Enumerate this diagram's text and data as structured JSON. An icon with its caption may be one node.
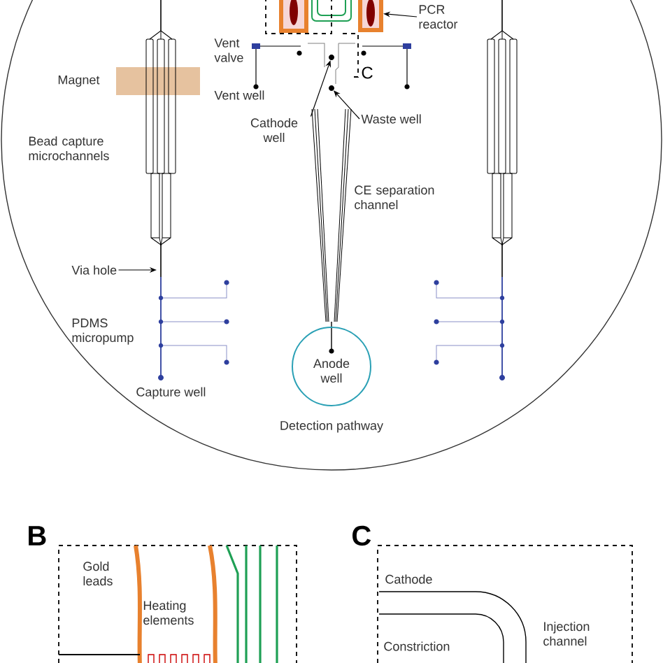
{
  "diagram": {
    "nodes": [
      {
        "text": [
          "PCR reactor"
        ]
      },
      {
        "text": [],
        "shape": "box"
      },
      {
        "text": [
          "Cathode well"
        ]
      },
      {
        "text": [],
        "shape": "circle"
      },
      {
        "text": [
          "Waste well"
        ]
      },
      {
        "text": [],
        "shape": "circle"
      },
      {
        "text": [
          "Via hole"
        ]
      },
      {
        "text": [
          "Anode well"
        ],
        "beside": [
          "Detection pathway"
        ]
      }
    ],
    "edges": [
      {
        "from": 0,
        "to": 1,
        "arrow": "to"
      },
      {
        "from": 2,
        "to": 3,
        "arrow": "to"
      },
      {
        "from": 4,
        "to": 5,
        "arrow": "to"
      },
      {
        "from": 6,
        "to": null,
        "arrow": "to"
      }
    ],
    "labels": [
      "Vent valve",
      "Vent well",
      "Magnet",
      "C",
      "Bead capture microchannels",
      "CE separation channel",
      "PDMS micropump",
      "Capture well",
      "B",
      "Gold leads",
      "Heating elements",
      "C",
      "Cathode",
      "Constriction",
      "Injection channel"
    ]
  }
}
